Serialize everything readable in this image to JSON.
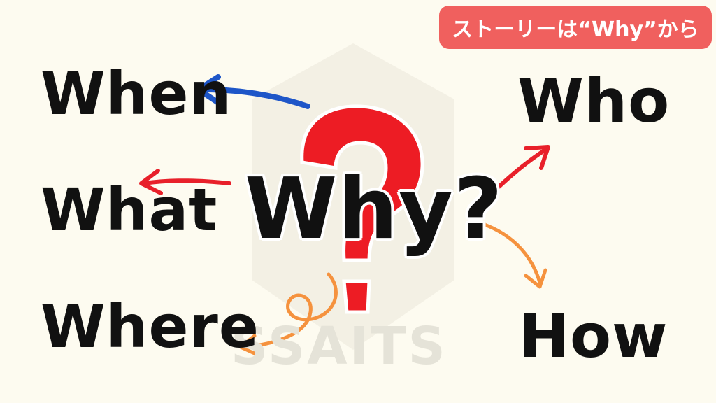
{
  "badge": {
    "text": "ストーリーは“Why”から"
  },
  "center": {
    "label": "Why?"
  },
  "questions": {
    "when": "When",
    "what": "What",
    "where": "Where",
    "who": "Who",
    "how": "How"
  },
  "watermark": {
    "text": "SSAITS"
  },
  "colors": {
    "background": "#fdfbf0",
    "badge": "#f0605e",
    "question_mark": "#ed1c24",
    "arrow_blue": "#1e56c8",
    "arrow_red": "#e8202a",
    "arrow_orange": "#f5923e"
  }
}
